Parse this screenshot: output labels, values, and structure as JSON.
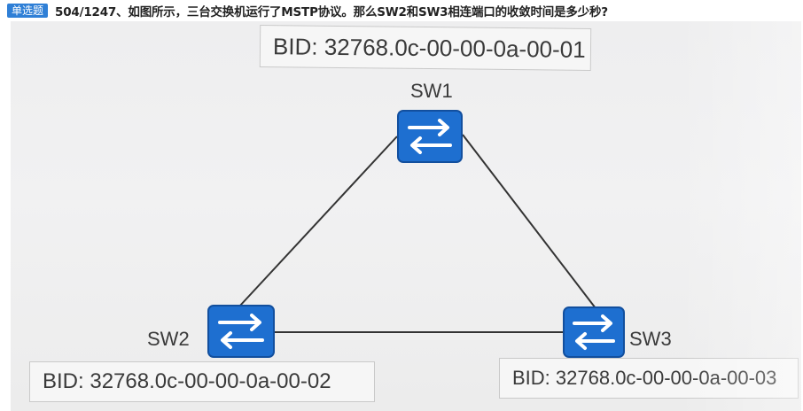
{
  "question": {
    "badge": "单选题",
    "text": "504/1247、如图所示，三台交换机运行了MSTP协议。那么SW2和SW3相连端口的收敛时间是多少秒?"
  },
  "topology": {
    "switches": [
      {
        "id": "sw1",
        "label": "SW1",
        "bid": "BID: 32768.0c-00-00-0a-00-01"
      },
      {
        "id": "sw2",
        "label": "SW2",
        "bid": "BID: 32768.0c-00-00-0a-00-02"
      },
      {
        "id": "sw3",
        "label": "SW3",
        "bid": "BID: 32768.0c-00-00-0a-00-03"
      }
    ],
    "links": [
      {
        "from": "SW1",
        "to": "SW2"
      },
      {
        "from": "SW1",
        "to": "SW3"
      },
      {
        "from": "SW2",
        "to": "SW3"
      }
    ]
  },
  "colors": {
    "badge": "#2f7fd6",
    "switch_fill": "#1e6fd0",
    "switch_arrow": "#ffffff",
    "link": "#333333"
  },
  "icons": {
    "switch": "switch-icon"
  }
}
